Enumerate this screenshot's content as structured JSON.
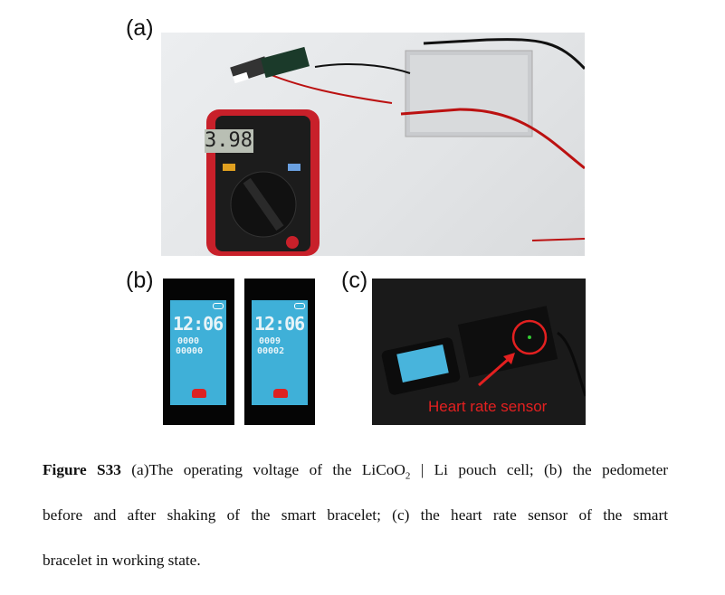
{
  "figure": {
    "panels": [
      {
        "label": "(a)",
        "multimeter_reading": "3.98"
      },
      {
        "label": "(b)",
        "screens": [
          {
            "time": "12:06",
            "line1": "0000",
            "line2": "00000"
          },
          {
            "time": "12:06",
            "line1": "0009",
            "line2": "00002"
          }
        ]
      },
      {
        "label": "(c)",
        "annotation": "Heart rate sensor"
      }
    ],
    "caption": {
      "title": "Figure S33",
      "line1": " (a)The operating voltage of the LiCoO",
      "sub": "2",
      "line1_rest": " | Li pouch cell; (b) the pedometer",
      "line2": "before and after shaking of the smart bracelet; (c) the heart rate sensor of the smart",
      "line3": "bracelet in working state."
    },
    "colors": {
      "annotation": "#e32020",
      "screen": "#3fb0d8"
    }
  }
}
